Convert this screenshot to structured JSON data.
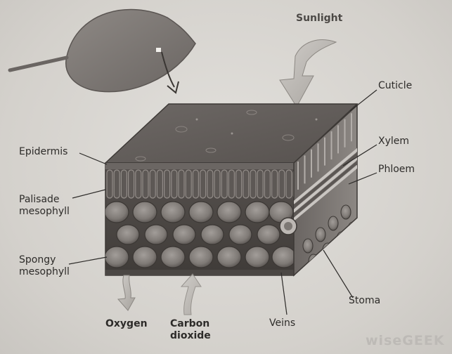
{
  "labels": {
    "sunlight": "Sunlight",
    "cuticle": "Cuticle",
    "xylem": "Xylem",
    "phloem": "Phloem",
    "epidermis": "Epidermis",
    "palisade": "Palisade\nmesophyll",
    "spongy": "Spongy\nmesophyll",
    "stoma": "Stoma",
    "oxygen": "Oxygen",
    "carbon_dioxide": "Carbon\ndioxide",
    "veins": "Veins"
  },
  "watermark": "wiseGEEK",
  "colors": {
    "background": "#d6d3cf",
    "block_top": "#5e5956",
    "block_front": "#4a4643",
    "cell_wall": "#8a8480",
    "label_text": "#2d2b29",
    "arrow_fill": "#b9b5b0"
  }
}
